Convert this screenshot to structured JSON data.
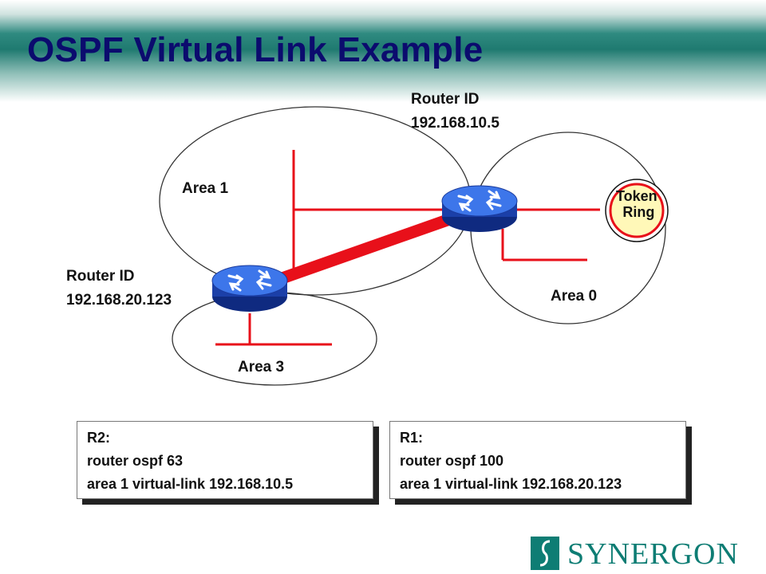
{
  "title": "OSPF Virtual Link Example",
  "labels": {
    "router_top_line1": "Router ID",
    "router_top_line2": "192.168.10.5",
    "router_left_line1": "Router ID",
    "router_left_line2": "192.168.20.123",
    "area1": "Area 1",
    "area0": "Area 0",
    "area3": "Area 3",
    "token_ring_line1": "Token",
    "token_ring_line2": "Ring"
  },
  "config_boxes": [
    {
      "line1": "R2:",
      "line2": "router ospf 63",
      "line3": "area 1 virtual-link 192.168.10.5"
    },
    {
      "line1": "R1:",
      "line2": "router ospf 100",
      "line3": "area 1 virtual-link 192.168.20.123"
    }
  ],
  "logo": {
    "text": "SYNERGON"
  },
  "colors": {
    "title": "#0b0b6e",
    "link_red": "#e8101a",
    "router_blue": "#2a5fd8",
    "token_ring_fill": "#fff8b8",
    "brand_teal": "#0e7d74"
  },
  "icons": [
    "router-icon",
    "token-ring-icon",
    "synergon-logo-icon"
  ]
}
